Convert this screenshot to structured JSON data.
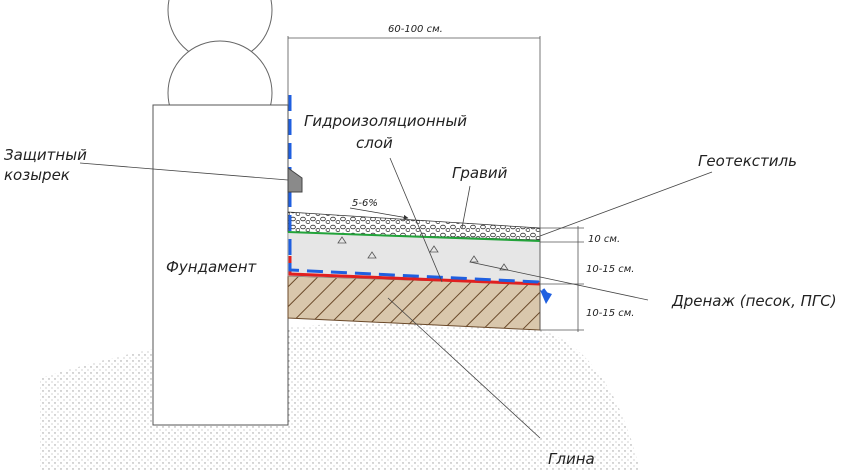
{
  "labels": {
    "foundation": "Фундамент",
    "protective_visor_line1": "Защитный",
    "protective_visor_line2": "козырек",
    "waterproofing_line1": "Гидроизоляционный",
    "waterproofing_line2": "слой",
    "gravel": "Гравий",
    "geotextile": "Геотекстиль",
    "drainage": "Дренаж (песок, ПГС)",
    "clay": "Глина"
  },
  "dimensions": {
    "width": "60-100 см.",
    "slope": "5-6%",
    "gravel_layer": "10 см.",
    "drain_layer": "10-15 см.",
    "clay_layer": "10-15 см."
  },
  "colors": {
    "waterproofing": "#1f5fe0",
    "geotextile": "#22a33a",
    "clay_top": "#e02020",
    "clay_fill": "#c9b8a0",
    "hatch": "#6b4a2a",
    "drain_fill": "#e6e6e6",
    "soil": "#cfcfcf"
  }
}
